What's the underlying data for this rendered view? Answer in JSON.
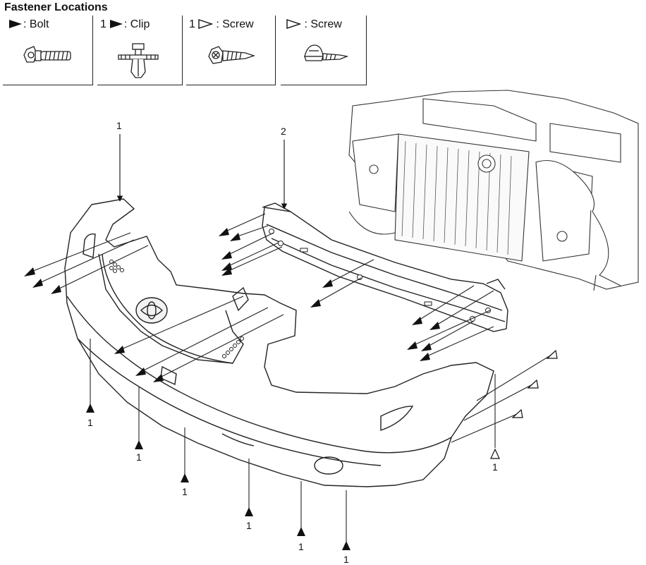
{
  "title": "Fastener Locations",
  "legend": [
    {
      "number": "",
      "marker": "solid-triangle",
      "sep": ": ",
      "label": "Bolt",
      "icon": "bolt-icon"
    },
    {
      "number": "1",
      "marker": "solid-triangle",
      "sep": ": ",
      "label": "Clip",
      "icon": "clip-icon"
    },
    {
      "number": "1",
      "marker": "hollow-triangle",
      "sep": " : ",
      "label": "Screw",
      "icon": "screw-icon"
    },
    {
      "number": "",
      "marker": "hollow-triangle",
      "sep": " : ",
      "label": "Screw",
      "icon": "flange-screw-icon"
    }
  ],
  "callouts": {
    "bumper_cover": "1",
    "reinforcement_beam": "2",
    "clip": "1",
    "screw": "1"
  },
  "colors": {
    "line": "#222222",
    "background": "#ffffff",
    "shade": "#e6e6e6"
  }
}
